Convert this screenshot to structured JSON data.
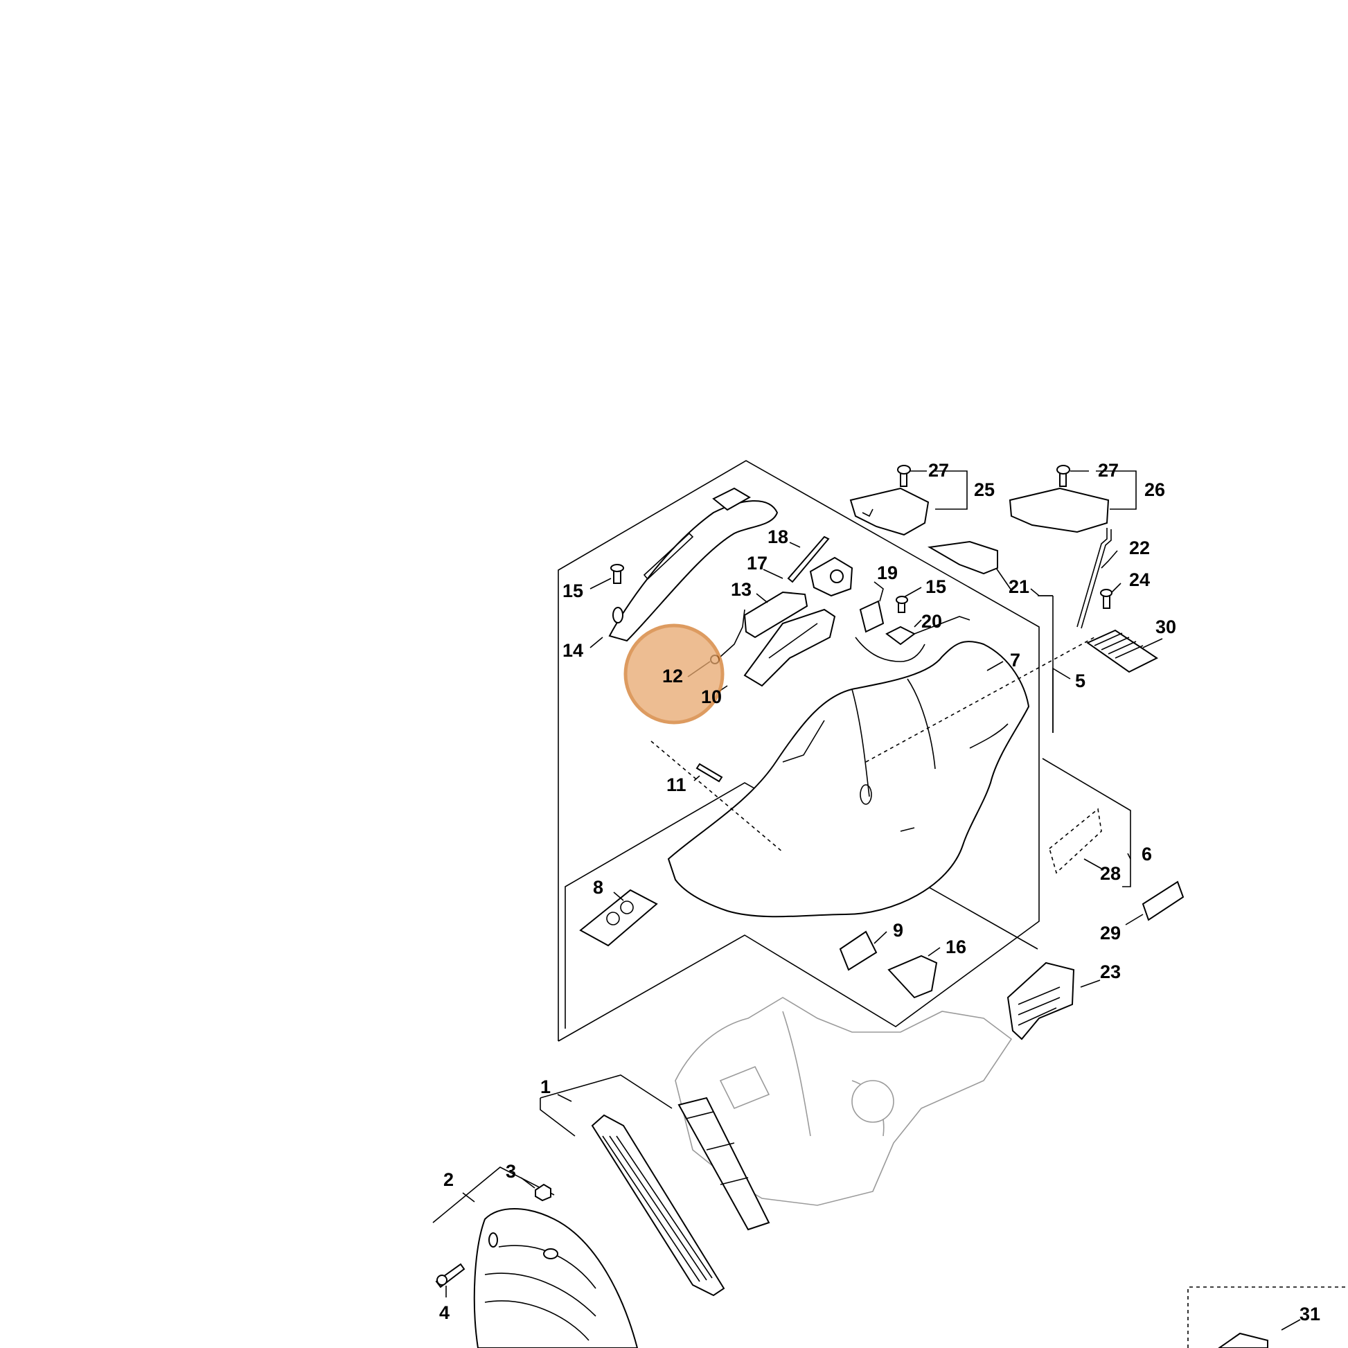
{
  "callouts": [
    "1",
    "2",
    "3",
    "4",
    "5",
    "6",
    "7",
    "8",
    "9",
    "10",
    "11",
    "12",
    "13",
    "14",
    "15",
    "15",
    "16",
    "17",
    "18",
    "19",
    "20",
    "21",
    "22",
    "23",
    "24",
    "25",
    "26",
    "27",
    "27",
    "28",
    "29",
    "30",
    "31"
  ],
  "highlight": {
    "label": "12",
    "color": "#e8a86e",
    "border_color": "#d27a2c"
  }
}
